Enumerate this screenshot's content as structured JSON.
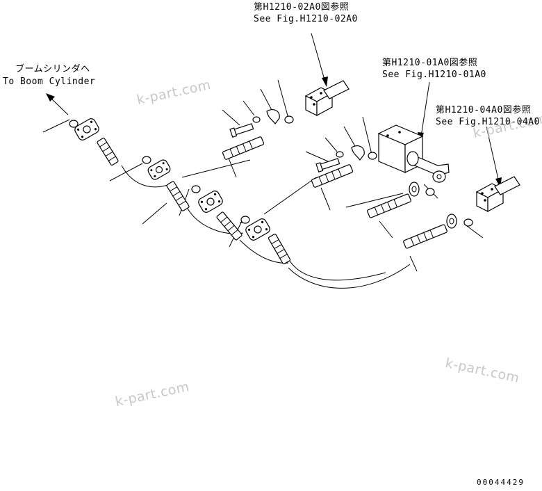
{
  "references": {
    "fig_02_jp": "第H1210-02A0図参照",
    "fig_02_en": "See Fig.H1210-02A0",
    "fig_01_jp": "第H1210-01A0図参照",
    "fig_01_en": "See Fig.H1210-01A0",
    "fig_04_jp": "第H1210-04A0図参照",
    "fig_04_en": "See Fig.H1210-04A0"
  },
  "boom": {
    "jp": "ブームシリンダへ",
    "en": "To Boom Cylinder"
  },
  "watermarks": [
    "k-part.com",
    "k-part.com",
    "k-part.com",
    "k-part.com"
  ],
  "drawing_number": "00044429"
}
